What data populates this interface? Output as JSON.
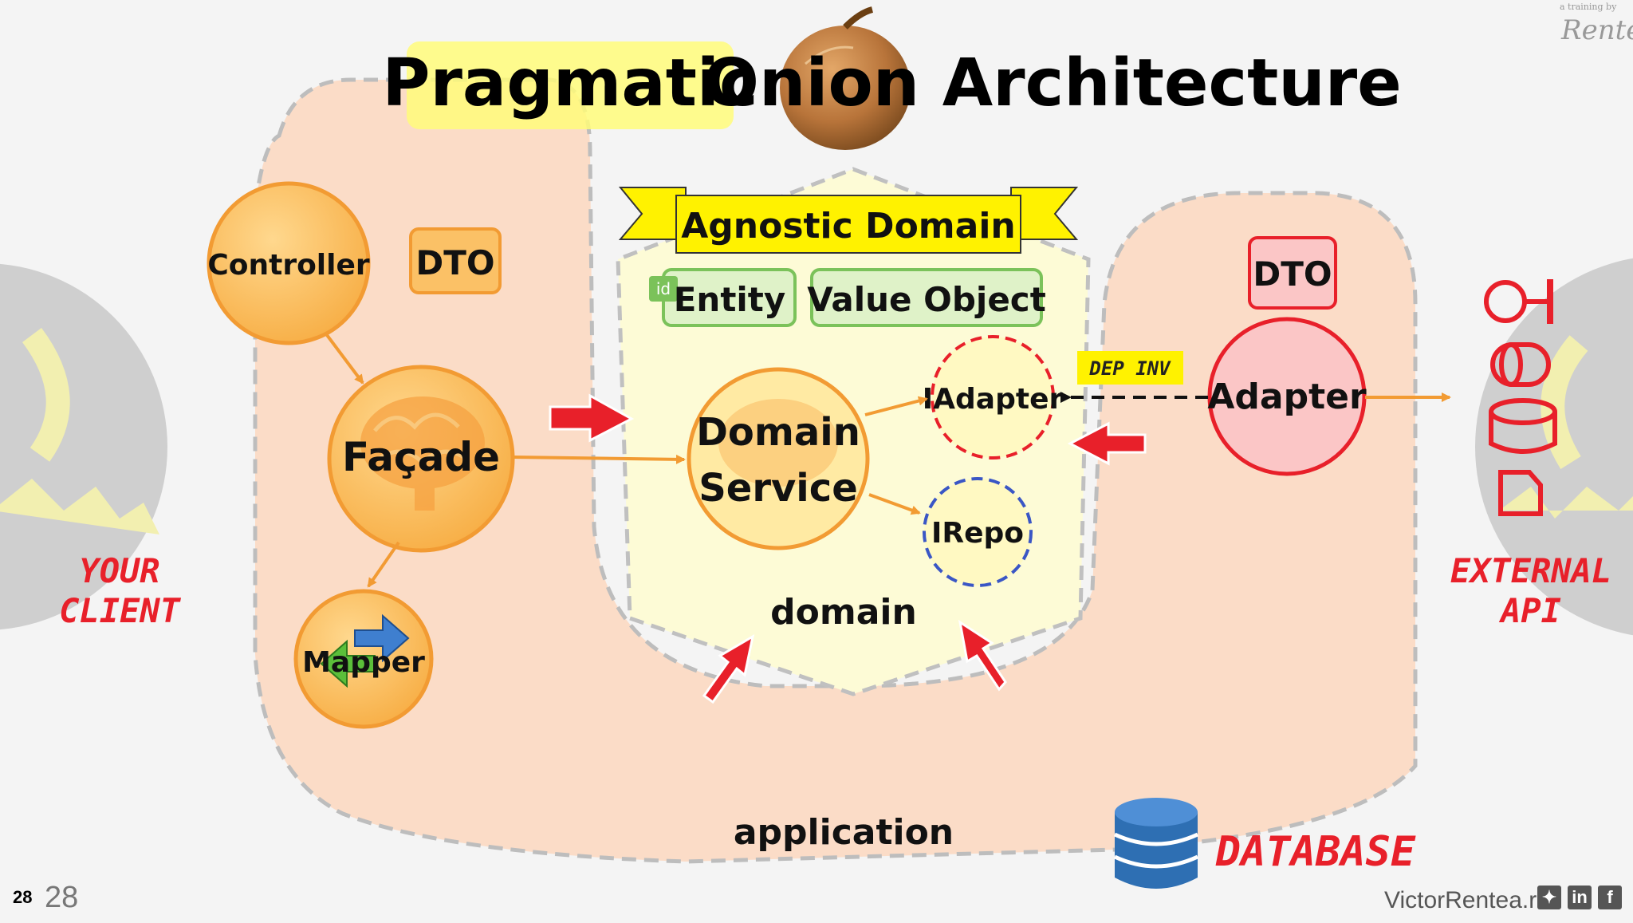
{
  "title": {
    "left": "Pragmatic",
    "right": "Onion Architecture"
  },
  "branding": {
    "tagline": "a training by",
    "signature": "Rentea"
  },
  "banner": {
    "label": "Agnostic Domain"
  },
  "layers": {
    "application": "application",
    "domain": "domain"
  },
  "left_side": {
    "controller": "Controller",
    "dto": "DTO",
    "facade": "Façade",
    "mapper": "Mapper"
  },
  "domain_side": {
    "entity_badge": "id",
    "entity": "Entity",
    "value_object": "Value Object",
    "domain_service": [
      "Domain",
      "Service"
    ],
    "iadapter": "IAdapter",
    "irepo": "IRepo"
  },
  "right_side": {
    "dto": "DTO",
    "adapter": "Adapter",
    "dep_inv": "DEP INV"
  },
  "edge_labels": {
    "client": [
      "YOUR",
      "CLIENT"
    ],
    "external": [
      "EXTERNAL",
      "API"
    ],
    "database": "DATABASE"
  },
  "footer": {
    "slide_small": "28",
    "slide_big": "28",
    "site": "VictorRentea.ro"
  },
  "colors": {
    "orange_fill": "#fbc166",
    "orange_stroke": "#f29b33",
    "app_bg": "#fbdcc7",
    "domain_bg": "#fdfbd6",
    "red": "#e8202a",
    "green_fill": "#dff2c8",
    "green_stroke": "#7bc25a",
    "yellow": "#fff200",
    "db_blue": "#2e6fb3"
  },
  "icons": {
    "onion": "onion-icon",
    "brain": "brain-icon",
    "mapper_arrows": "swap-arrows-icon",
    "database": "database-icon",
    "twitter": "twitter-icon",
    "linkedin": "linkedin-icon",
    "facebook": "facebook-icon",
    "api_interface": "interface-lollipop-icon",
    "api_queue": "queue-icon",
    "api_db": "db-cylinder-icon",
    "api_file": "file-icon",
    "client_face": "face-icon",
    "external_face": "face-icon"
  }
}
